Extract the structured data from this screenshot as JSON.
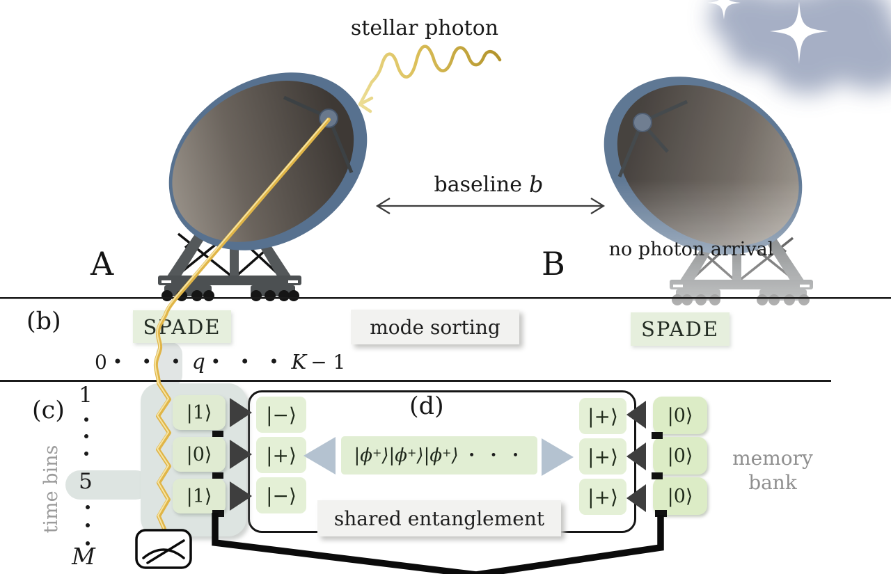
{
  "scene": {
    "stellar_photon_label": "stellar photon",
    "baseline_word": "baseline",
    "baseline_var": "b",
    "telescope_a_label": "A",
    "telescope_b_label": "B",
    "no_photon_label": "no photon arrival"
  },
  "section_b": {
    "label": "(b)",
    "spade_left": "SPADE",
    "spade_right": "SPADE",
    "mode_sorting": "mode sorting",
    "axis": {
      "zero": "0",
      "dots": "• • •",
      "q": "q",
      "k": "K",
      "minus_one": "− 1"
    }
  },
  "section_c": {
    "label": "(c)",
    "time_bins_label": "time bins",
    "bin_first": "1",
    "bin_highlighted": "5",
    "bin_last": "M",
    "states": [
      {
        "ket": "|1⟩"
      },
      {
        "ket": "|0⟩"
      },
      {
        "ket": "|1⟩"
      }
    ]
  },
  "section_d": {
    "label": "(d)",
    "left_states": [
      {
        "ket": "|−⟩"
      },
      {
        "ket": "|+⟩"
      },
      {
        "ket": "|−⟩"
      }
    ],
    "right_states": [
      {
        "ket": "|+⟩"
      },
      {
        "ket": "|+⟩"
      },
      {
        "ket": "|+⟩"
      }
    ],
    "bell": {
      "pre": "|ϕ",
      "sup": "+",
      "post": "⟩",
      "dots": "• • •"
    },
    "shared_label": "shared entanglement"
  },
  "memory": {
    "states": [
      {
        "ket": "|0⟩"
      },
      {
        "ket": "|0⟩"
      },
      {
        "ket": "|0⟩"
      }
    ],
    "label_line1": "memory",
    "label_line2": "bank"
  },
  "colors": {
    "state_green": "#e4f0d6",
    "memory_green": "#dcecc6",
    "spade_green": "#e6efdd",
    "panel_gray": "#dde4e1",
    "gray_box": "#f2f2f0",
    "photon_gold": "#e8c155",
    "triangle_dark": "#3e3e3e",
    "triangle_blue": "#b4c2d0",
    "dish_blue": "#57718f"
  }
}
